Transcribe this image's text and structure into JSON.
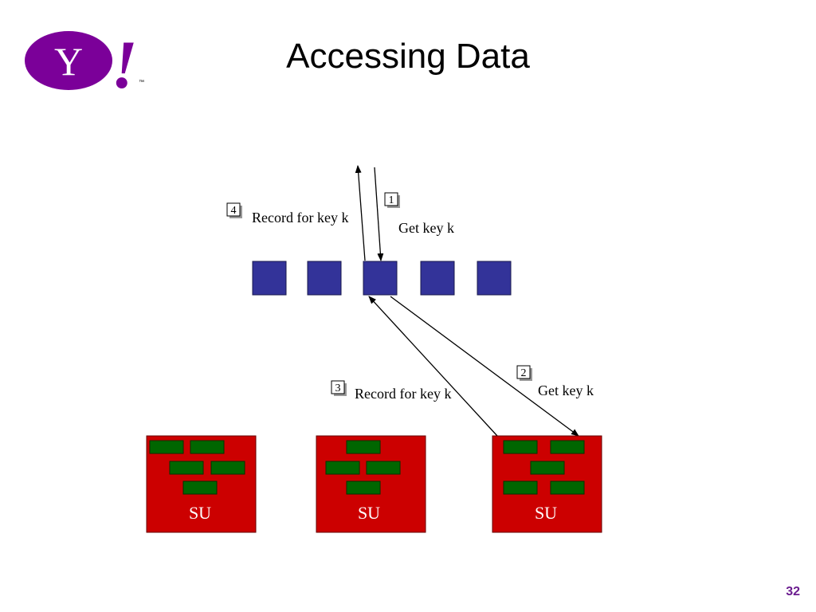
{
  "slide": {
    "title": "Accessing Data",
    "page_number": "32"
  },
  "logo": {
    "letter": "Y",
    "exclaim": "!",
    "tm": "™"
  },
  "diagram": {
    "step1": {
      "number": "1",
      "label": "Get key k"
    },
    "step2": {
      "number": "2",
      "label": "Get key k"
    },
    "step3": {
      "number": "3",
      "label": "Record for key k"
    },
    "step4": {
      "number": "4",
      "label": "Record for key k"
    },
    "storage_units": [
      {
        "label": "SU"
      },
      {
        "label": "SU"
      },
      {
        "label": "SU"
      }
    ]
  },
  "colors": {
    "router": "#333399",
    "storage_unit": "#cc0000",
    "tablet": "#006600",
    "logo": "#7b0099",
    "page_number": "#6b1c8f"
  }
}
